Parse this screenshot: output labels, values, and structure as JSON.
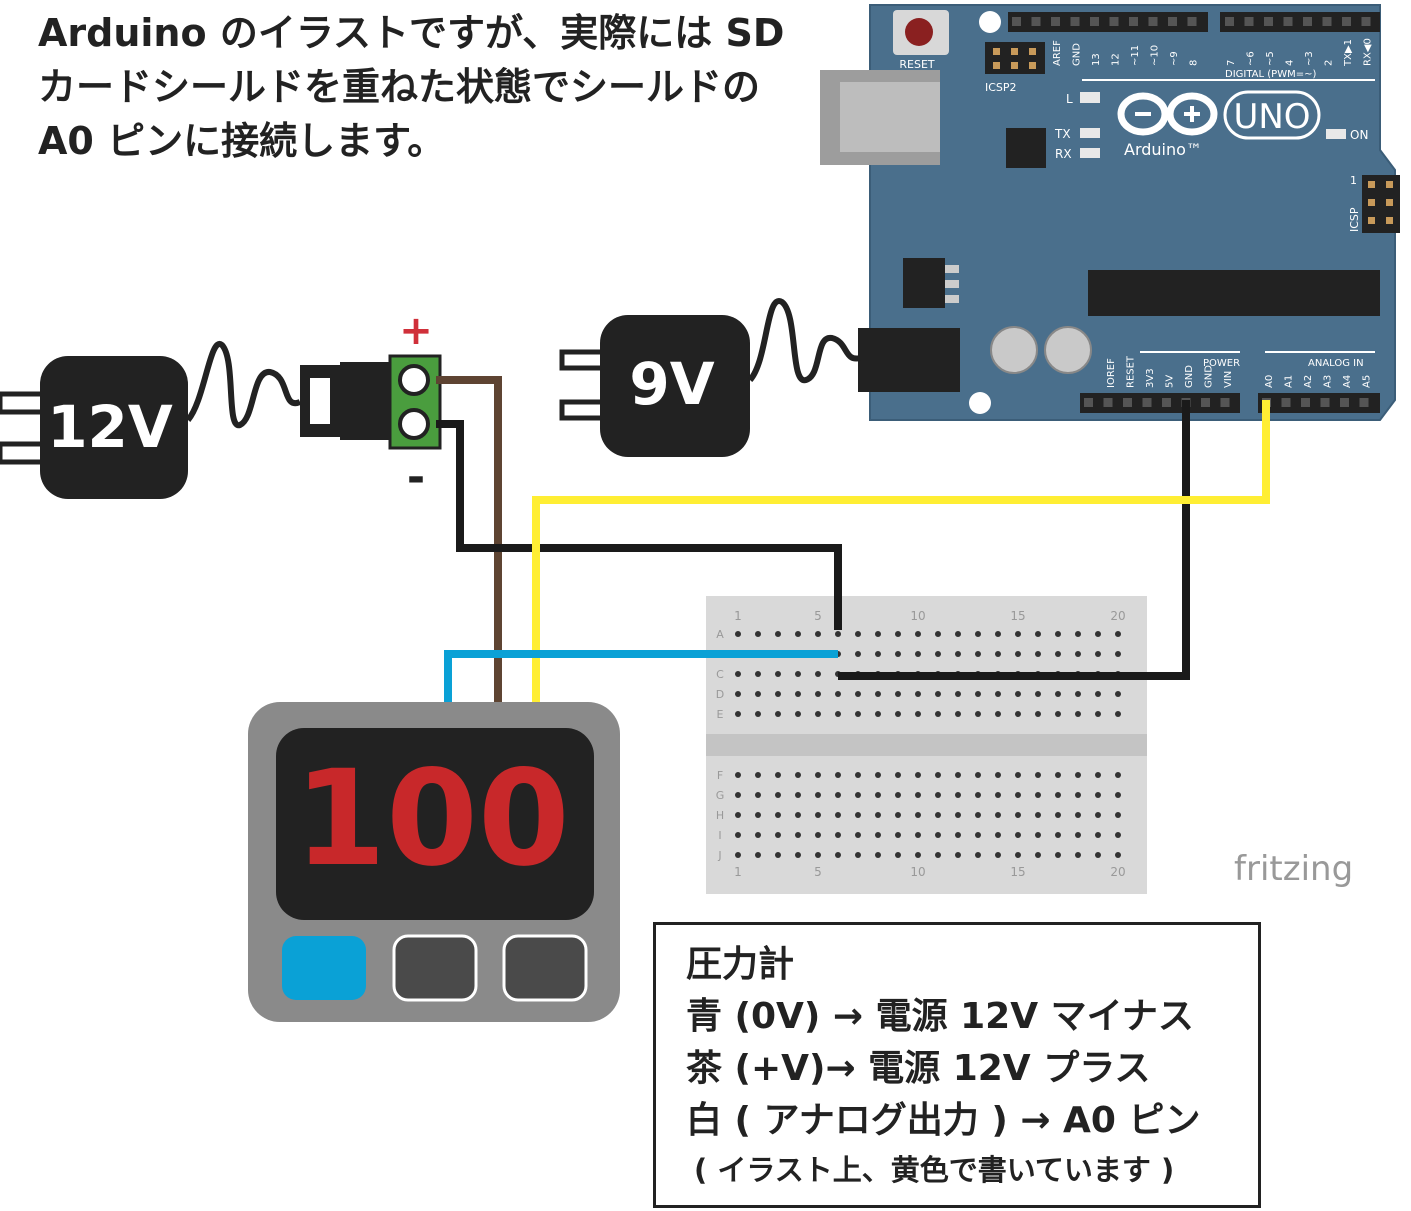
{
  "note": {
    "lines": [
      "Arduino のイラストですが、実際には SD",
      "カードシールドを重ねた状態でシールドの",
      "A0 ピンに接続します。"
    ]
  },
  "adapter_12v": {
    "label": "12V"
  },
  "adapter_9v": {
    "label": "9V"
  },
  "terminal": {
    "plus": "+",
    "minus": "-"
  },
  "gauge": {
    "display": "100"
  },
  "watermark": "fritzing",
  "arduino": {
    "reset": "RESET",
    "icsp2": "ICSP2",
    "icsp": "ICSP",
    "icsp_pin1": "1",
    "uno": "UNO",
    "brand": "Arduino™",
    "digital": "DIGITAL (PWM=~)",
    "power": "POWER",
    "analog_in": "ANALOG IN",
    "led_l": "L",
    "led_tx": "TX",
    "led_rx": "RX",
    "led_on": "ON",
    "digital_pins_left": [
      "AREF",
      "GND",
      "13",
      "12",
      "~11",
      "~10",
      "~9",
      "8"
    ],
    "digital_pins_right": [
      "7",
      "~6",
      "~5",
      "4",
      "~3",
      "2",
      "TX▶1",
      "RX◀0"
    ],
    "power_pins": [
      "IOREF",
      "RESET",
      "3V3",
      "5V",
      "GND",
      "GND",
      "VIN"
    ],
    "analog_pins": [
      "A0",
      "A1",
      "A2",
      "A3",
      "A4",
      "A5"
    ]
  },
  "breadboard": {
    "col_numbers": [
      "1",
      "5",
      "10",
      "15",
      "20"
    ],
    "rows_top": [
      "A",
      "B",
      "C",
      "D",
      "E"
    ],
    "rows_bottom": [
      "F",
      "G",
      "H",
      "I",
      "J"
    ]
  },
  "legend": {
    "title": "圧力計",
    "items": [
      "青 (0V) → 電源 12V マイナス",
      "茶 (+V)→ 電源 12V プラス",
      "白 ( アナログ出力 ) → A0 ピン"
    ],
    "note": "( イラスト上、黄色で書いています )"
  },
  "colors": {
    "board": "#4a6f8c",
    "wire_blue": "#0aa1d6",
    "wire_brown": "#5e4432",
    "wire_yellow": "#ffee33",
    "wire_black": "#1a1a1a",
    "gauge_digits": "#c8282a",
    "terminal_green": "#4a9d3e"
  }
}
